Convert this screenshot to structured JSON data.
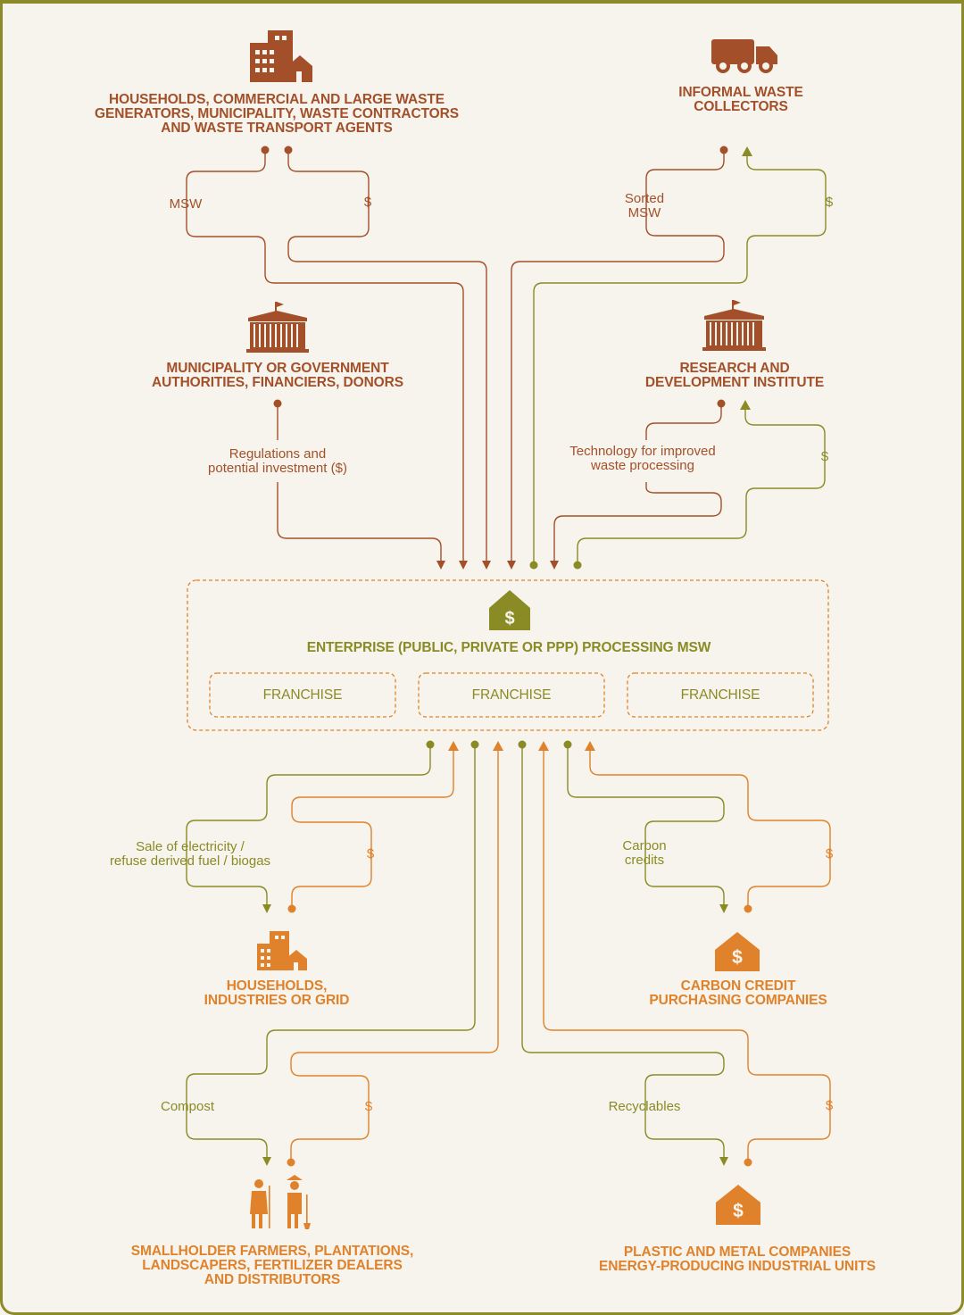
{
  "colors": {
    "dark": "#a3502a",
    "olive": "#8a8b25",
    "orange": "#e0822b",
    "background": "#f6f4ec"
  },
  "icons": {
    "top_left": "buildings-icon",
    "top_right": "truck-icon",
    "mid_left": "government-building-icon",
    "mid_right": "government-building-icon",
    "enterprise": "house-dollar-icon",
    "bottom_households": "buildings-icon",
    "bottom_carbon": "house-dollar-icon",
    "bottom_farmers": "people-icon",
    "bottom_plastic": "house-dollar-icon"
  },
  "nodes": {
    "waste_generators": "HOUSEHOLDS, COMMERCIAL AND LARGE WASTE\nGENERATORS, MUNICIPALITY, WASTE CONTRACTORS\nAND WASTE TRANSPORT AGENTS",
    "informal_collectors": "INFORMAL WASTE\nCOLLECTORS",
    "municipality": "MUNICIPALITY OR GOVERNMENT\nAUTHORITIES, FINANCIERS, DONORS",
    "research": "RESEARCH AND\nDEVELOPMENT INSTITUTE",
    "enterprise": "ENTERPRISE (PUBLIC, PRIVATE OR PPP) PROCESSING MSW",
    "franchises": [
      "FRANCHISE",
      "FRANCHISE",
      "FRANCHISE"
    ],
    "households_grid": "HOUSEHOLDS,\nINDUSTRIES OR GRID",
    "carbon_companies": "CARBON CREDIT\nPURCHASING COMPANIES",
    "farmers": "SMALLHOLDER FARMERS, PLANTATIONS,\nLANDSCAPERS, FERTILIZER DEALERS\nAND DISTRIBUTORS",
    "plastic_companies": "PLASTIC AND METAL COMPANIES\nENERGY-PRODUCING INDUSTRIAL UNITS"
  },
  "flows": {
    "msw": "MSW",
    "msw_dollar": "$",
    "sorted_msw": "Sorted\nMSW",
    "sorted_dollar": "$",
    "regulations": "Regulations and\npotential investment ($)",
    "technology": "Technology for improved\nwaste processing",
    "tech_dollar": "$",
    "electricity": "Sale of electricity /\nrefuse derived fuel / biogas",
    "electricity_dollar": "$",
    "carbon_credits": "Carbon\ncredits",
    "carbon_dollar": "$",
    "compost": "Compost",
    "compost_dollar": "$",
    "recyclables": "Recyclables",
    "recyclables_dollar": "$"
  }
}
